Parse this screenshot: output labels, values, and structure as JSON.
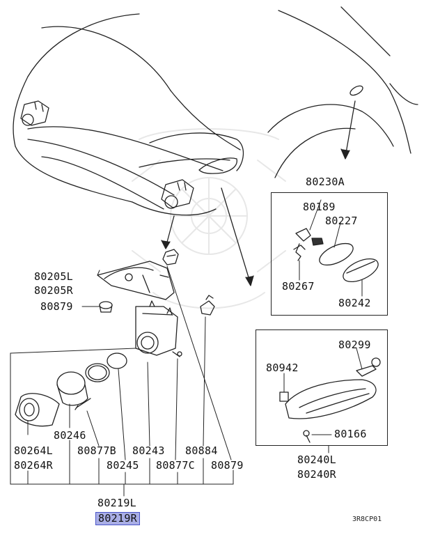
{
  "diagram": {
    "figure_code": "3R8CP01",
    "kit_top": "80230A",
    "kit_top_parts": [
      "80189",
      "80227",
      "80267",
      "80242"
    ],
    "kit_right_parts": [
      "80299",
      "80942",
      "80166"
    ],
    "kit_right_assembly": [
      "80240L",
      "80240R"
    ],
    "left_parts": [
      "80205L",
      "80205R",
      "80879"
    ],
    "bottom_row1": [
      "80264L",
      "80246",
      "80877B",
      "80243",
      "80884"
    ],
    "bottom_row2": [
      "80264R",
      "80245",
      "80877C",
      "80879"
    ],
    "assembly": [
      "80219L",
      "80219R"
    ],
    "highlighted_part": "80219R",
    "highlight_color": "#a9aee6"
  }
}
